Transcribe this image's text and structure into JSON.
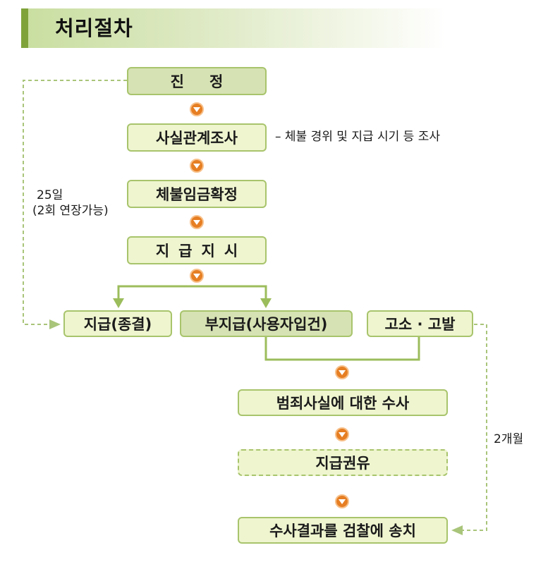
{
  "header": {
    "title": "처리절차"
  },
  "steps": {
    "investigation": "진정",
    "fact_check": "사실관계조사",
    "wage_confirm": "체불임금확정",
    "payment_order": "지급지시",
    "paid": "지급(종결)",
    "unpaid": "부지급(사용자입건)",
    "complaint": "고소 · 고발",
    "crime_probe": "범죄사실에 대한 수사",
    "payment_advice": "지급권유",
    "send_prosecution": "수사결과를 검찰에 송치"
  },
  "notes": {
    "fact_check_detail": "– 체불 경위 및 지급 시기 등 조사",
    "left_days": "25일",
    "left_extension": "(2회 연장가능)",
    "right_months": "2개월"
  },
  "colors": {
    "box_fill": "#eef5cf",
    "box_fill_dark": "#d6e2b3",
    "box_border": "#a8c46c",
    "line": "#9cbd5c",
    "arrow": "#e67e22",
    "header_accent": "#7fa33a"
  },
  "icons": {
    "flow_arrow": "orange-circle-down-arrow-icon"
  }
}
